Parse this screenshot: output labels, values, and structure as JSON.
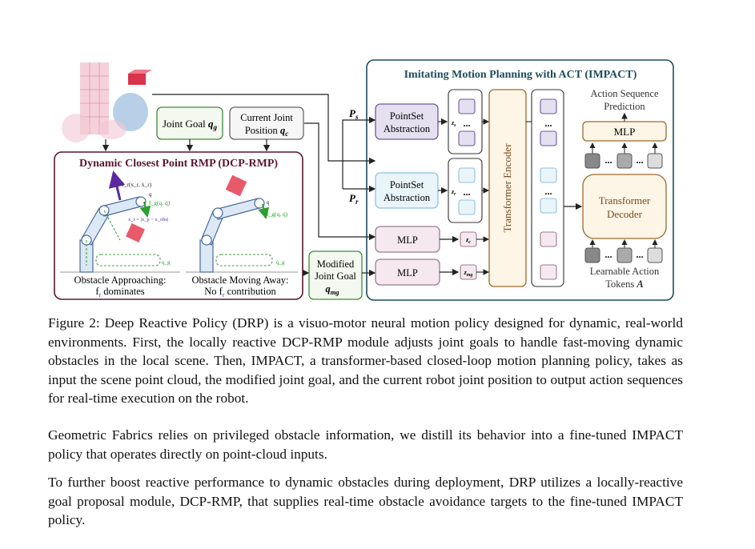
{
  "figure": {
    "impact_title": "Imitating Motion Planning with ACT (IMPACT)",
    "dcp_title": "Dynamic Closest Point RMP (DCP-RMP)",
    "joint_goal": "Joint Goal",
    "joint_goal_sym": "q",
    "joint_goal_sub": "g",
    "current_joint_l1": "Current Joint",
    "current_joint_l2": "Position",
    "current_joint_sym": "q",
    "current_joint_sub": "c",
    "ps_label": "P",
    "ps_sub": "s",
    "pr_label": "P",
    "pr_sub": "r",
    "pointset1_l1": "PointSet",
    "pointset1_l2": "Abstraction",
    "pointset2_l1": "PointSet",
    "pointset2_l2": "Abstraction",
    "mlp_c": "MLP",
    "mlp_mg": "MLP",
    "modified_goal_l1": "Modified",
    "modified_goal_l2": "Joint Goal",
    "modified_goal_sym": "q",
    "modified_goal_sub": "mg",
    "zs": "z",
    "zs_sub": "s",
    "zr": "z",
    "zr_sub": "r",
    "zc": "z",
    "zc_sub": "c",
    "zmg": "z",
    "zmg_sub": "mg",
    "transformer_encoder": "Transformer Encoder",
    "transformer_decoder_l1": "Transformer",
    "transformer_decoder_l2": "Decoder",
    "mlp_top": "MLP",
    "action_seq_l1": "Action Sequence",
    "action_seq_l2": "Prediction",
    "learnable_l1": "Learnable Action",
    "learnable_l2": "Tokens",
    "learnable_sym": "A",
    "ellipsis": "...",
    "obstacle_approaching_l1": "Obstacle Approaching:",
    "obstacle_approaching_l2": "f",
    "obstacle_approaching_sub": "r",
    "obstacle_approaching_l3": " dominates",
    "obstacle_away_l1": "Obstacle Moving Away:",
    "obstacle_away_l2a": "No f",
    "obstacle_away_sub": "r",
    "obstacle_away_l2b": " contribution",
    "fr_arrow": "f_r(x_r, ẋ_r)",
    "fg_label1": "f_g(q, q̇)",
    "fg_label2": "f_g(q, q̇)",
    "q_label": "q",
    "xr_eq": "x_r = |x_p − x_obs|",
    "q_goal1": "q_g",
    "q_goal2": "q_g",
    "colors": {
      "impact_border": "#1e4d5c",
      "dcp_border": "#5a1530",
      "dcp_title": "#5a1530",
      "purple_fill": "#e4e0f0",
      "purple_border": "#6d5a9c",
      "blue_fill": "#eaf4fb",
      "blue_border": "#8ec2e0",
      "pink_fill": "#f5e9ef",
      "pink_border": "#a07a8a",
      "green_border": "#3d8a3d",
      "green_fill": "#f3f9ee",
      "orange_fill": "#fdf5e6",
      "orange_border": "#9a6a2a",
      "obstacle_red": "#e85a6a",
      "arrow_purple": "#5a2a9c",
      "arrow_green": "#2aa02a"
    }
  },
  "caption": "Figure 2: Deep Reactive Policy (DRP) is a visuo-motor neural motion policy designed for dynamic, real-world environments. First, the locally reactive DCP-RMP module adjusts joint goals to handle fast-moving dynamic obstacles in the local scene. Then, IMPACT, a transformer-based closed-loop motion planning policy, takes as input the scene point cloud, the modified joint goal, and the current robot joint position to output action sequences for real-time execution on the robot.",
  "paragraph1": "Geometric Fabrics relies on privileged obstacle information, we distill its behavior into a fine-tuned IMPACT policy that operates directly on point-cloud inputs.",
  "paragraph2": "To further boost reactive performance to dynamic obstacles during deployment, DRP utilizes a locally-reactive goal proposal module, DCP-RMP, that supplies real-time obstacle avoidance targets to the fine-tuned IMPACT policy."
}
